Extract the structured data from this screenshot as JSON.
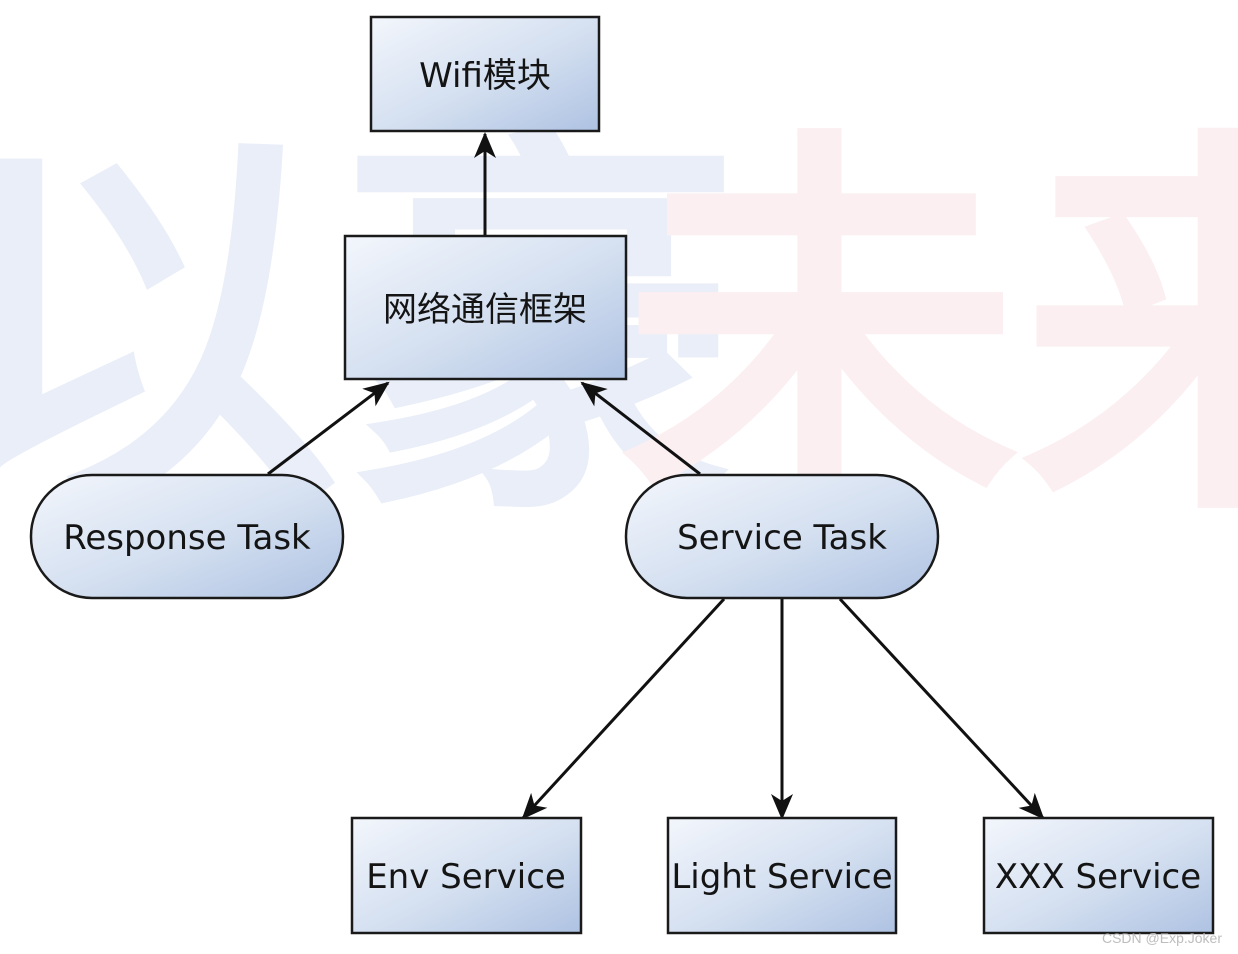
{
  "diagram": {
    "nodes": {
      "wifi": "Wifi模块",
      "network": "网络通信框架",
      "response_task": "Response Task",
      "service_task": "Service Task",
      "env_service": "Env Service",
      "light_service": "Light Service",
      "xxx_service": "XXX Service"
    },
    "edges": [
      {
        "from": "network",
        "to": "wifi"
      },
      {
        "from": "response_task",
        "to": "network"
      },
      {
        "from": "service_task",
        "to": "network"
      },
      {
        "from": "service_task",
        "to": "env_service"
      },
      {
        "from": "service_task",
        "to": "light_service"
      },
      {
        "from": "service_task",
        "to": "xxx_service"
      }
    ]
  },
  "watermark": {
    "left": "以豪",
    "right": "未来"
  },
  "credit": "CSDN @Exp.Joker",
  "colors": {
    "node_fill_light": "#eef3fb",
    "node_fill_dark": "#b4c6e4",
    "border": "#1a1a1a",
    "watermark_blue": "#e9eef8",
    "watermark_red": "#fbeff1"
  }
}
